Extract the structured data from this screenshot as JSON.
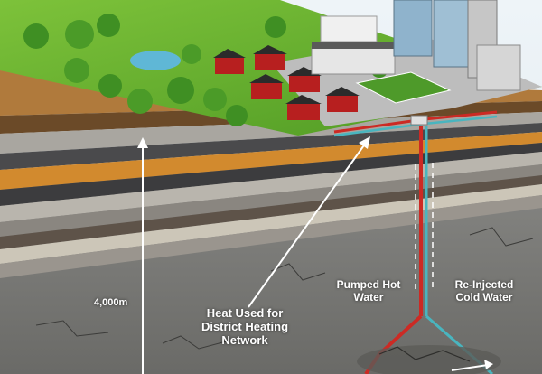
{
  "labels": {
    "depth": "4,000m",
    "heat_use_line1": "Heat Used for",
    "heat_use_line2": "District Heating",
    "heat_use_line3": "Network",
    "hot_line1": "Pumped Hot",
    "hot_line2": "Water",
    "cold_line1": "Re-Injected",
    "cold_line2": "Cold Water"
  },
  "colors": {
    "sky": "#e9f1f6",
    "grass": "#69b02f",
    "hot_pipe": "#cc2a24",
    "cold_pipe": "#49b5bf",
    "rock": "#7a7a78",
    "label_text": "#ffffff"
  }
}
